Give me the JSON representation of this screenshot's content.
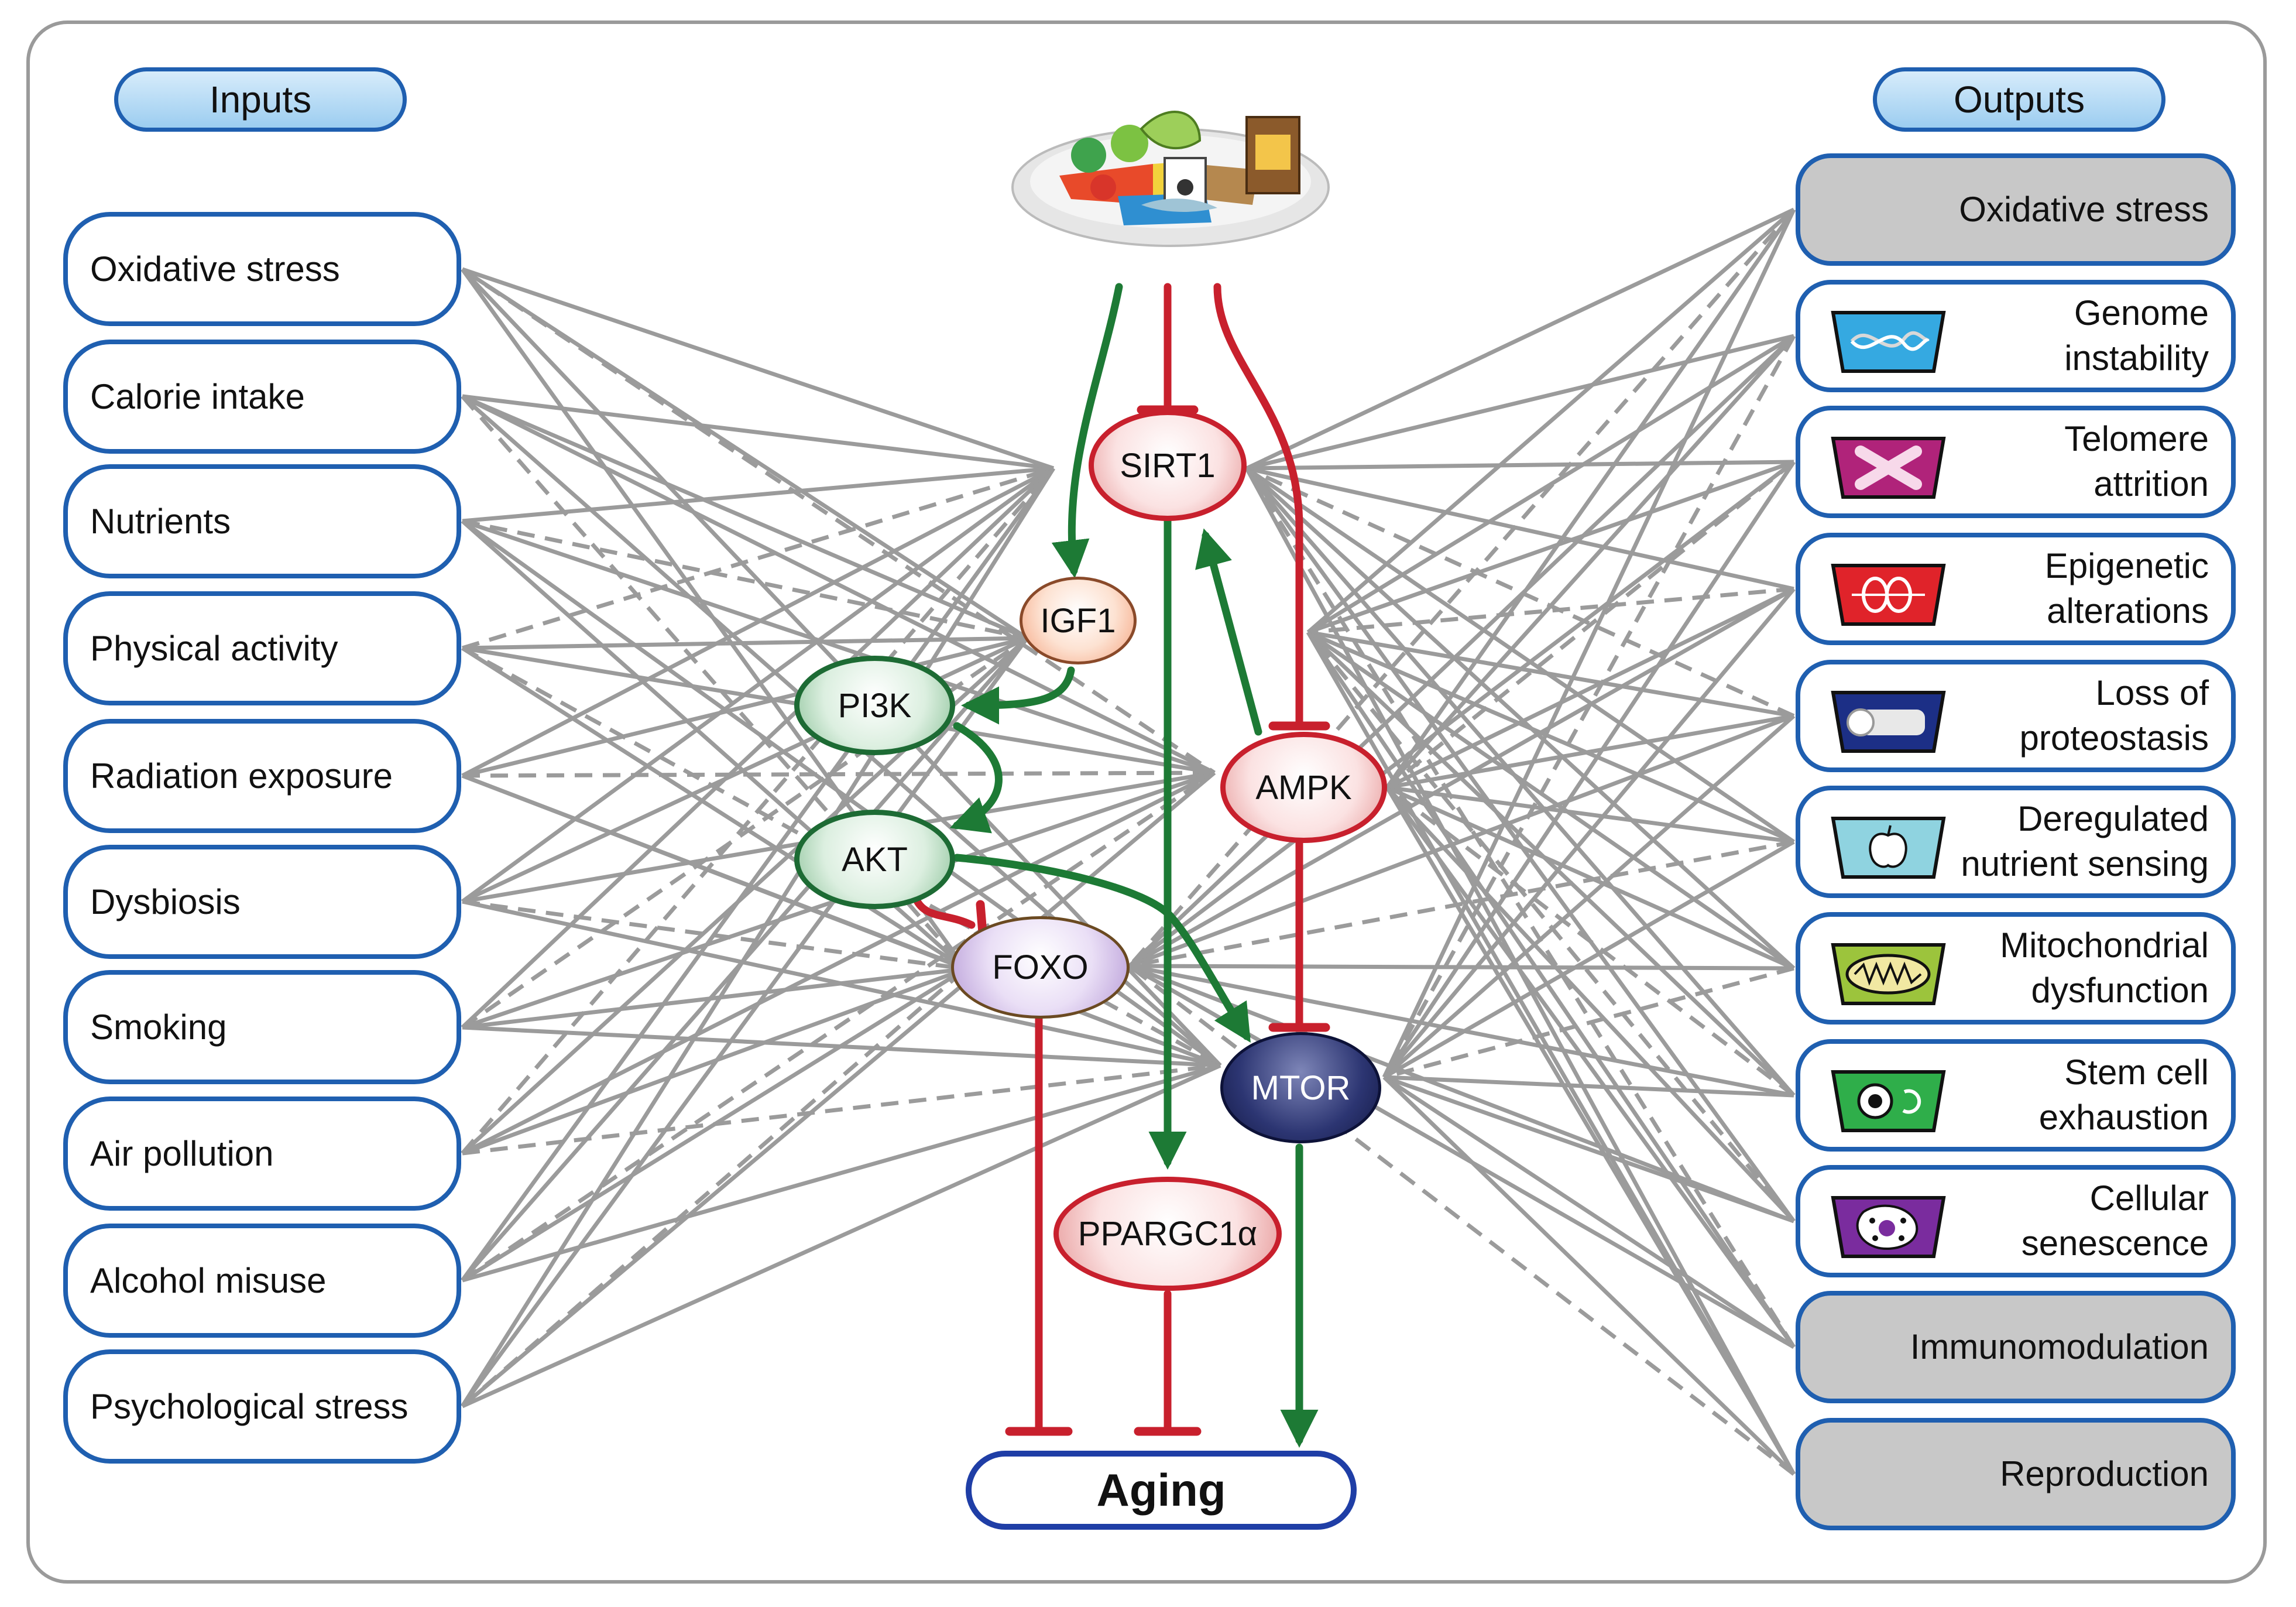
{
  "headers": {
    "inputs": "Inputs",
    "outputs": "Outputs"
  },
  "inputs": [
    "Oxidative stress",
    "Calorie intake",
    "Nutrients",
    "Physical activity",
    "Radiation exposure",
    "Dysbiosis",
    "Smoking",
    "Air pollution",
    "Alcohol misuse",
    "Psychological stress"
  ],
  "outputs": [
    {
      "label": "Oxidative stress",
      "icon": "none",
      "shaded": true
    },
    {
      "label": "Genome\ninstability",
      "icon": "dna-strand-icon",
      "shaded": false
    },
    {
      "label": "Telomere\nattrition",
      "icon": "chromosome-icon",
      "shaded": false
    },
    {
      "label": "Epigenetic\nalterations",
      "icon": "histone-icon",
      "shaded": false
    },
    {
      "label": "Loss of\nproteostasis",
      "icon": "proteasome-icon",
      "shaded": false
    },
    {
      "label": "Deregulated\nnutrient sensing",
      "icon": "apple-icon",
      "shaded": false
    },
    {
      "label": "Mitochondrial\ndysfunction",
      "icon": "mitochondrion-icon",
      "shaded": false
    },
    {
      "label": "Stem cell\nexhaustion",
      "icon": "stem-cell-icon",
      "shaded": false
    },
    {
      "label": "Cellular\nsenescence",
      "icon": "senescent-cell-icon",
      "shaded": false
    },
    {
      "label": "Immunomodulation",
      "icon": "none",
      "shaded": true
    },
    {
      "label": "Reproduction",
      "icon": "none",
      "shaded": true
    }
  ],
  "nodes": {
    "sirt1": "SIRT1",
    "igf1": "IGF1",
    "pi3k": "PI3K",
    "akt": "AKT",
    "foxo": "FOXO",
    "ampk": "AMPK",
    "mtor": "MTOR",
    "ppargc1a": "PPARGC1α",
    "aging": "Aging"
  },
  "colors": {
    "activation": "#1d7a35",
    "inhibition": "#c8202d",
    "link": "#9b9b9b",
    "box_border": "#1f5fb0"
  }
}
